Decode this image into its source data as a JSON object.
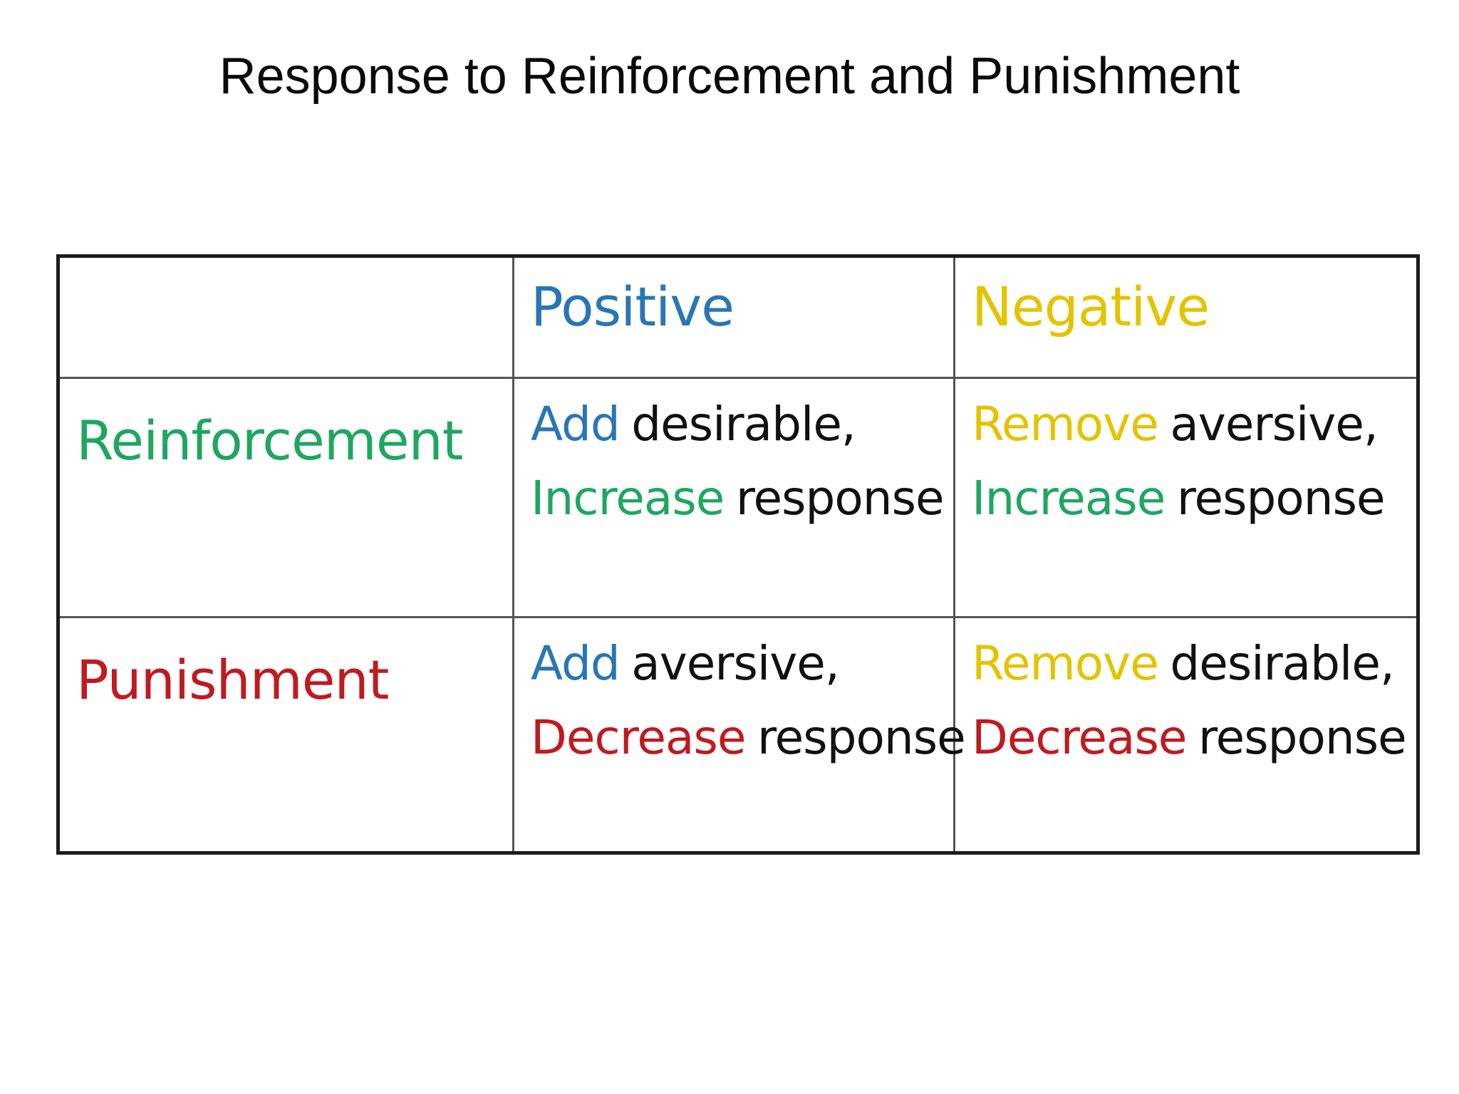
{
  "title": "Response to Reinforcement and Punishment",
  "colors": {
    "positive": "#2a76b4",
    "negative": "#e4c300",
    "reinforcement": "#1fa661",
    "punishment": "#c01a1f",
    "text": "#111111"
  },
  "table": {
    "columns": [
      "",
      "Positive",
      "Negative"
    ],
    "rows": [
      {
        "label": "Reinforcement",
        "cells": [
          {
            "line1": [
              "Add",
              "desirable,"
            ],
            "line2": [
              "Increase",
              "response"
            ]
          },
          {
            "line1": [
              "Remove",
              "aversive,"
            ],
            "line2": [
              "Increase",
              "response"
            ]
          }
        ]
      },
      {
        "label": "Punishment",
        "cells": [
          {
            "line1": [
              "Add",
              "aversive,"
            ],
            "line2": [
              "Decrease",
              "response"
            ]
          },
          {
            "line1": [
              "Remove",
              "desirable,"
            ],
            "line2": [
              "Decrease",
              "response"
            ]
          }
        ]
      }
    ]
  }
}
